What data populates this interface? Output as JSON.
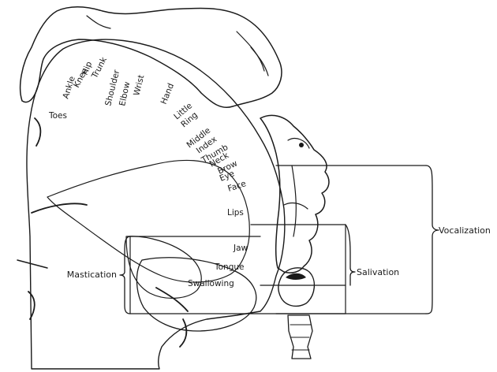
{
  "body_parts": [
    {
      "id": "toes",
      "label": "Toes"
    },
    {
      "id": "ankle",
      "label": "Ankle"
    },
    {
      "id": "knee",
      "label": "Knee"
    },
    {
      "id": "hip",
      "label": "Hip"
    },
    {
      "id": "trunk",
      "label": "Trunk"
    },
    {
      "id": "shoulder",
      "label": "Shoulder"
    },
    {
      "id": "elbow",
      "label": "Elbow"
    },
    {
      "id": "wrist",
      "label": "Wrist"
    },
    {
      "id": "hand",
      "label": "Hand"
    },
    {
      "id": "little",
      "label": "Little"
    },
    {
      "id": "ring",
      "label": "Ring"
    },
    {
      "id": "middle",
      "label": "Middle"
    },
    {
      "id": "index",
      "label": "Index"
    },
    {
      "id": "thumb",
      "label": "Thumb"
    },
    {
      "id": "neck",
      "label": "Neck"
    },
    {
      "id": "brow",
      "label": "Brow"
    },
    {
      "id": "eye",
      "label": "Eye"
    },
    {
      "id": "face",
      "label": "Face"
    },
    {
      "id": "lips",
      "label": "Lips"
    },
    {
      "id": "jaw",
      "label": "Jaw"
    },
    {
      "id": "tongue",
      "label": "Tongue"
    },
    {
      "id": "swallowing",
      "label": "Swallowing"
    }
  ],
  "functions": {
    "vocalization": "Vocalization",
    "salivation": "Salivation",
    "mastication": "Mastication"
  },
  "colors": {
    "ink": "#1a1a1a",
    "cortex_fill": "#c8c8c8"
  }
}
